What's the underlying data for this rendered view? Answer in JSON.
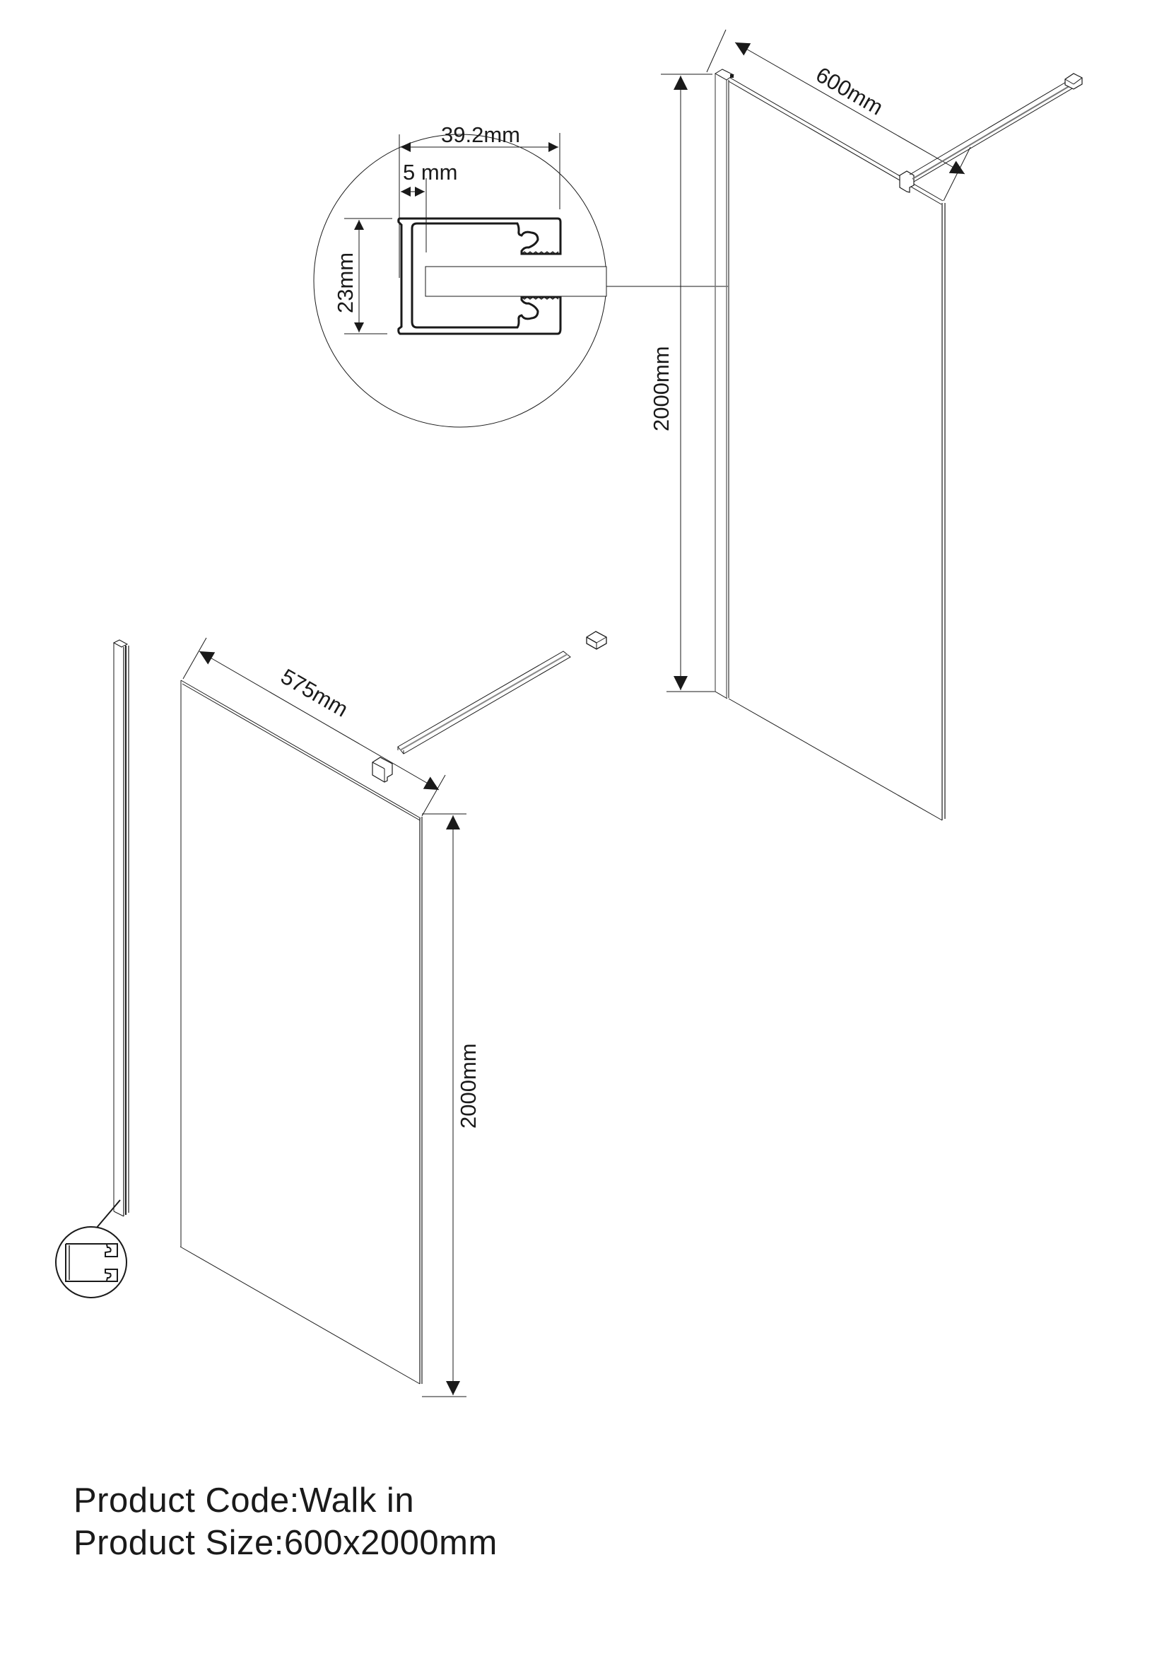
{
  "drawing": {
    "detail_callout": {
      "width_label": "39.2mm",
      "offset_label": "5 mm",
      "height_label": "23mm"
    },
    "installed_panel": {
      "width_label": "600mm",
      "height_label": "2000mm"
    },
    "exploded_panel": {
      "glass_width_label": "575mm",
      "height_label": "2000mm"
    },
    "colors": {
      "line": "#1a1a1a",
      "background": "#ffffff",
      "thin_line": "#555555"
    }
  },
  "product": {
    "code_label": "Product Code:",
    "code_value": "Walk in",
    "size_label": "Product Size:",
    "size_value": "600x2000mm"
  }
}
